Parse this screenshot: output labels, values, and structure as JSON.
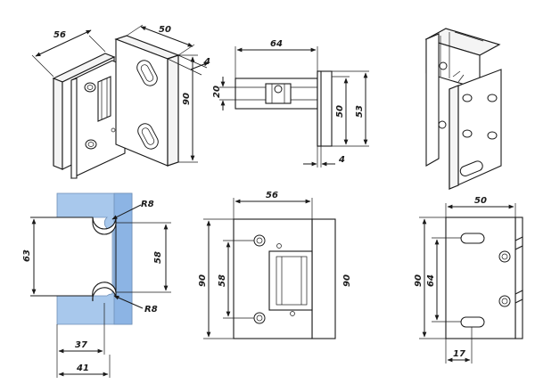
{
  "dimensions": {
    "iso_width_56": "56",
    "iso_depth_50": "50",
    "iso_thickness_4": "4",
    "iso_height_90": "90",
    "side_width_64": "64",
    "side_gap_20": "20",
    "side_inner_50": "50",
    "side_outer_53": "53",
    "side_plate_4": "4",
    "cut_radius_top": "R8",
    "cut_radius_bottom": "R8",
    "cut_height_63": "63",
    "cut_spacing_58": "58",
    "cut_offset_37": "37",
    "cut_offset_41": "41",
    "front_width_56": "56",
    "front_height_90": "90",
    "front_spacing_58": "58",
    "front_right_90": "90",
    "back_width_50": "50",
    "back_height_90": "90",
    "back_spacing_64": "64",
    "back_slot_17": "17"
  },
  "colors": {
    "glass": "#a8c8ec",
    "line": "#1a1a1a"
  }
}
